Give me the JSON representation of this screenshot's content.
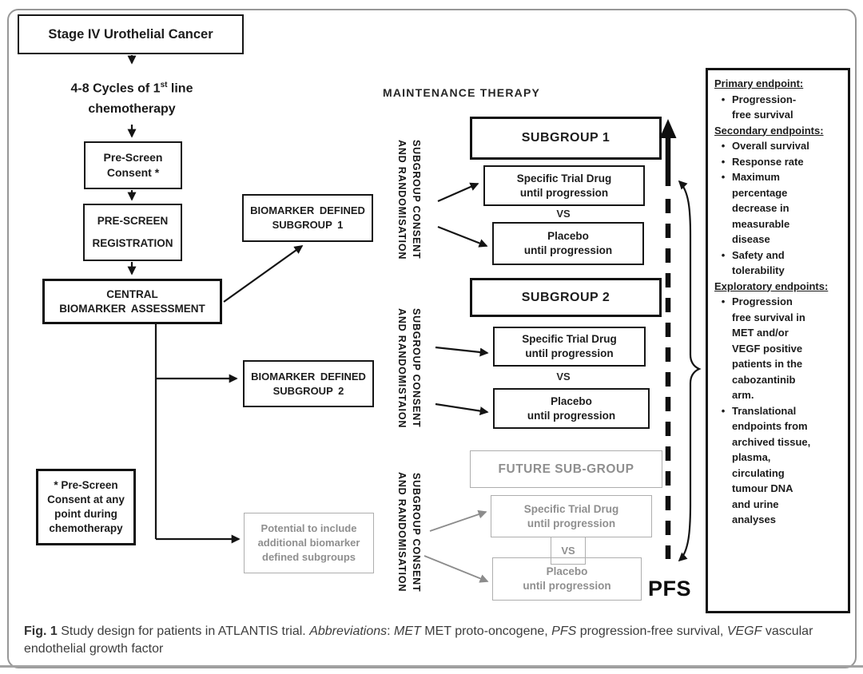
{
  "colors": {
    "ink": "#1a1a1a",
    "gray_text": "#8f8f8f",
    "gray_border": "#aeaeae",
    "frame_gray": "#979797"
  },
  "flow": {
    "stage_box": "Stage IV Urothelial Cancer",
    "cycles": {
      "pre": "4-8 Cycles of 1",
      "sup": "st",
      "post": " line",
      "line2": "chemotherapy"
    },
    "prescreen_consent": "Pre-Screen\nConsent *",
    "prescreen_registration": "PRE-SCREEN\n\nREGISTRATION",
    "central_biomarker": "CENTRAL\nBIOMARKER ASSESSMENT",
    "biomarker_sub1": "BIOMARKER DEFINED\nSUBGROUP 1",
    "biomarker_sub2": "BIOMARKER DEFINED\nSUBGROUP 2",
    "prescreen_note": "* Pre-Screen\nConsent at any\npoint during\nchemotherapy",
    "potential_box": "Potential to include\nadditional biomarker\ndefined subgroups"
  },
  "maintenance": {
    "header": "MAINTENANCE THERAPY",
    "rot1": "SUBGROUP CONSENT\nAND RANDOMISATION",
    "rot2": "SUBGROUP CONSENT\nAND RANDOMISTAION",
    "rot3": "SUBGROUP CONSENT\nAND RANDOMISATION",
    "subgroup1": "SUBGROUP 1",
    "subgroup2": "SUBGROUP 2",
    "future": "FUTURE SUB-GROUP",
    "drug": "Specific Trial Drug\nuntil progression",
    "placebo": "Placebo\nuntil progression",
    "vs": "VS",
    "pfs": "PFS"
  },
  "endpoints": {
    "bullet": "•",
    "sections": [
      {
        "heading": "Primary endpoint:",
        "items": [
          "Progression-free survival"
        ]
      },
      {
        "heading": "Secondary endpoints:",
        "items": [
          "Overall survival",
          "Response rate",
          "Maximum percentage decrease in measurable disease",
          "Safety and tolerability"
        ]
      },
      {
        "heading": "Exploratory endpoints:",
        "items": [
          "Progression free survival in MET and/or VEGF positive patients in the cabozantinib arm.",
          "Translational endpoints from archived tissue, plasma, circulating tumour DNA and urine analyses"
        ]
      }
    ]
  },
  "caption": {
    "fig": "Fig. 1",
    "t1": " Study design for patients in ATLANTIS trial. ",
    "abbr": "Abbreviations",
    "c": ": ",
    "met": "MET",
    "mt": " MET proto-oncogene, ",
    "pfs": "PFS",
    "pt": " progression-free survival, ",
    "vegf": "VEGF",
    "vt": " vascular endothelial growth factor"
  }
}
